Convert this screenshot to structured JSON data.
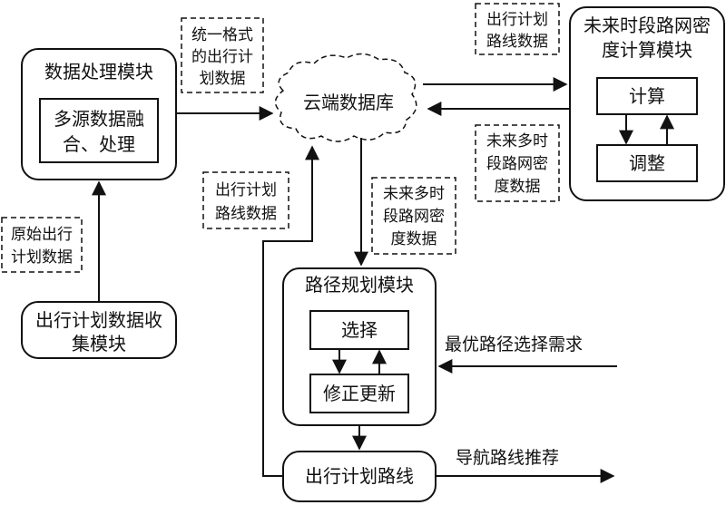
{
  "modules": {
    "data_processing": {
      "title": "数据处理模块",
      "inner_lines": [
        "多源数据融",
        "合、处理"
      ]
    },
    "cloud_db": {
      "label": "云端数据库"
    },
    "density_calc": {
      "title_lines": [
        "未来时段路网密",
        "度计算模块"
      ],
      "calc": "计算",
      "adjust": "调整"
    },
    "route_planning": {
      "title": "路径规划模块",
      "select": "选择",
      "revise": "修正更新"
    },
    "collection": {
      "lines": [
        "出行计划数据收",
        "集模块"
      ]
    },
    "output": {
      "label": "出行计划路线"
    }
  },
  "notes": {
    "unified": [
      "统一格式",
      "的出行计",
      "划数据"
    ],
    "plan_top": [
      "出行计划",
      "路线数据"
    ],
    "future_right": [
      "未来多时",
      "段路网密",
      "度数据"
    ],
    "plan_left": [
      "出行计划",
      "路线数据"
    ],
    "future_mid": [
      "未来多时",
      "段路网密",
      "度数据"
    ],
    "raw": [
      "原始出行",
      "计划数据"
    ]
  },
  "labels": {
    "demand": "最优路径选择需求",
    "recommend": "导航路线推荐"
  }
}
